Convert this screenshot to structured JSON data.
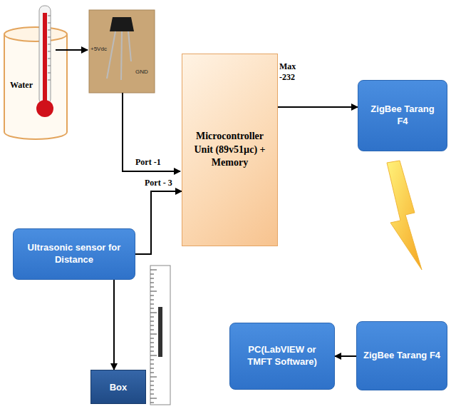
{
  "diagram": {
    "nodes": [
      {
        "text": [
          "Microcontroller Unit (89v51µc) + Memory"
        ]
      },
      {
        "text": [
          "ZigBee Tarang F4"
        ]
      },
      {
        "text": [
          "Ultrasonic sensor for Distance"
        ]
      },
      {
        "text": [
          "PC(LabVIEW or TMFT Software)"
        ]
      },
      {
        "text": [
          "ZigBee Tarang F4"
        ]
      },
      {
        "text": [
          "Box"
        ]
      }
    ],
    "edges": [
      {
        "from": 0,
        "to": 1,
        "label": "Max -232",
        "arrow": "to"
      },
      {
        "from": 2,
        "to": 0,
        "label": "Port - 3",
        "arrow": "to"
      },
      {
        "from": 2,
        "to": 5,
        "arrow": "to"
      },
      {
        "from": 4,
        "to": 3,
        "arrow": "to"
      }
    ],
    "labels": [
      "Water",
      "+5Vdc",
      "GND",
      "Port -1"
    ]
  }
}
